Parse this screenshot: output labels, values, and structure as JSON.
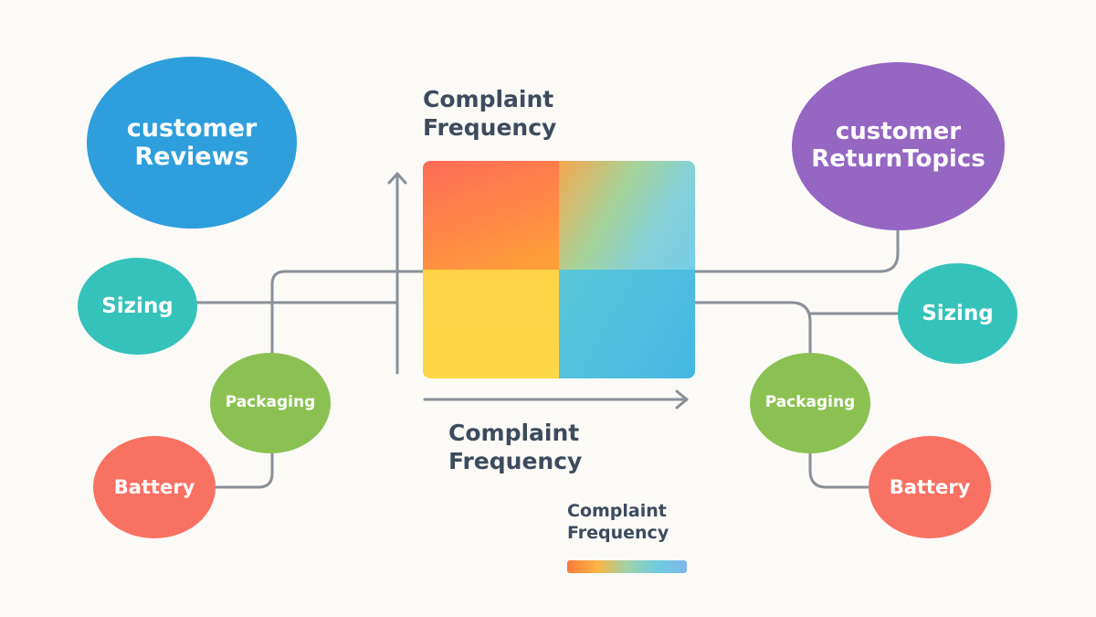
{
  "diagram": {
    "left_group": {
      "main_node": {
        "line1": "customer",
        "line2": "Reviews",
        "color": "#2e9fdc"
      },
      "topics": [
        {
          "label": "Sizing",
          "color": "#35c2bb"
        },
        {
          "label": "Packaging",
          "color": "#8bc152"
        },
        {
          "label": "Battery",
          "color": "#f97162"
        }
      ]
    },
    "right_group": {
      "main_node": {
        "line1": "customer",
        "line2": "ReturnTopics",
        "color": "#9566c2"
      },
      "topics": [
        {
          "label": "Sizing",
          "color": "#35c2bb"
        },
        {
          "label": "Packaging",
          "color": "#8bc152"
        },
        {
          "label": "Battery",
          "color": "#f97162"
        }
      ]
    },
    "matrix": {
      "top_label": {
        "line1": "Complaint",
        "line2": "Frequency"
      },
      "bottom_label": {
        "line1": "Complaint",
        "line2": "Frequency"
      },
      "quadrants": [
        {
          "position": "top-left",
          "colors": [
            "#fe6b55",
            "#fea336"
          ]
        },
        {
          "position": "top-right",
          "colors": [
            "#f6a84e",
            "#9fd29e",
            "#76cde4"
          ]
        },
        {
          "position": "bottom-left",
          "colors": [
            "#fdd247",
            "#fdd747"
          ]
        },
        {
          "position": "bottom-right",
          "colors": [
            "#5ac7d8",
            "#45b8e3"
          ]
        }
      ]
    },
    "legend": {
      "title_line1": "Complaint",
      "title_line2": "Frequency",
      "gradient": [
        "#fb7a3c",
        "#fcb443",
        "#9fd4a6",
        "#6fcbe0",
        "#7db7ea"
      ]
    },
    "connector_color": "#8a9098",
    "text_color": "#3d4b5c"
  }
}
